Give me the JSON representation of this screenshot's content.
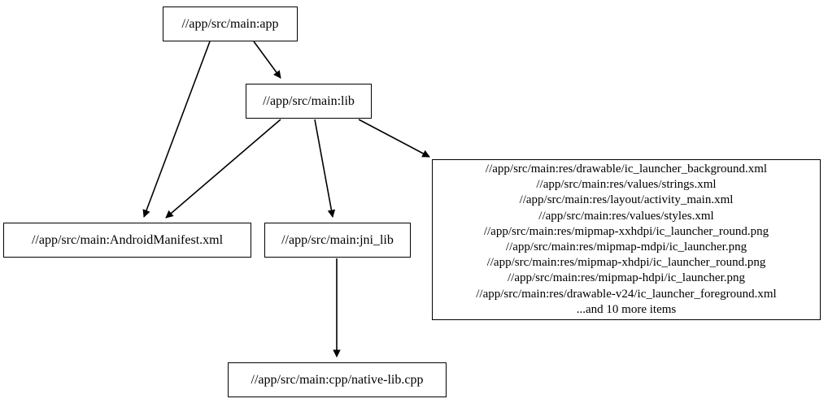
{
  "graph": {
    "type": "directed-dependency-graph",
    "nodes": [
      {
        "id": "app",
        "label": "//app/src/main:app"
      },
      {
        "id": "lib",
        "label": "//app/src/main:lib"
      },
      {
        "id": "manifest",
        "label": "//app/src/main:AndroidManifest.xml"
      },
      {
        "id": "jni",
        "label": "//app/src/main:jni_lib"
      },
      {
        "id": "native",
        "label": "//app/src/main:cpp/native-lib.cpp"
      },
      {
        "id": "res",
        "lines": [
          "//app/src/main:res/drawable/ic_launcher_background.xml",
          "//app/src/main:res/values/strings.xml",
          "//app/src/main:res/layout/activity_main.xml",
          "//app/src/main:res/values/styles.xml",
          "//app/src/main:res/mipmap-xxhdpi/ic_launcher_round.png",
          "//app/src/main:res/mipmap-mdpi/ic_launcher.png",
          "//app/src/main:res/mipmap-xhdpi/ic_launcher_round.png",
          "//app/src/main:res/mipmap-hdpi/ic_launcher.png",
          "//app/src/main:res/drawable-v24/ic_launcher_foreground.xml",
          "...and 10 more items"
        ]
      }
    ],
    "edges": [
      {
        "from": "app",
        "to": "lib"
      },
      {
        "from": "app",
        "to": "manifest"
      },
      {
        "from": "lib",
        "to": "manifest"
      },
      {
        "from": "lib",
        "to": "jni"
      },
      {
        "from": "lib",
        "to": "res"
      },
      {
        "from": "jni",
        "to": "native"
      }
    ],
    "colors": {
      "background": "#ffffff",
      "node_border": "#000000",
      "node_fill": "#ffffff",
      "text": "#000000",
      "edge": "#000000"
    }
  }
}
